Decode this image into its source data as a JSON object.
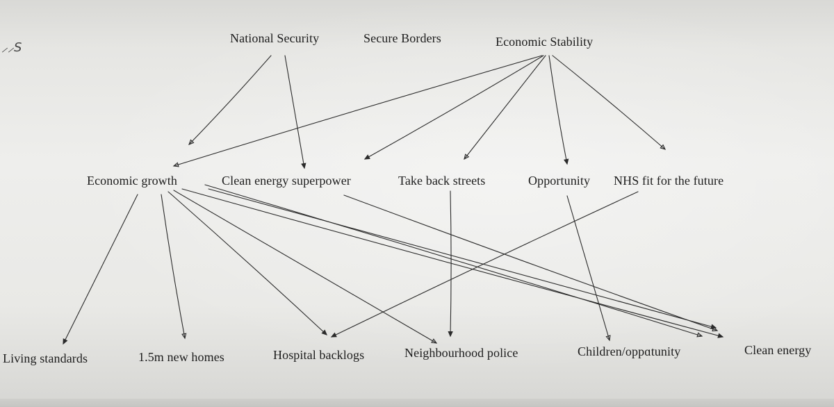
{
  "margin_note": "⸝⸝S",
  "top_nodes": {
    "national_security": "National Security",
    "secure_borders": "Secure Borders",
    "economic_stability": "Economic Stability"
  },
  "middle_nodes": {
    "economic_growth": "Economic growth",
    "clean_energy_superpower": "Clean energy superpower",
    "take_back_streets": "Take back streets",
    "opportunity": "Opportunity",
    "nhs_fit": "NHS fit for the future"
  },
  "bottom_nodes": {
    "living_standards": "Living standards",
    "new_homes": "1.5m new homes",
    "hospital_backlogs": "Hospital backlogs",
    "neighbourhood_police": "Neighbourhood police",
    "children_opportunity": "Children/oppɑtunity",
    "clean_energy": "Clean energy"
  },
  "ink_color": "#2a2a2a"
}
